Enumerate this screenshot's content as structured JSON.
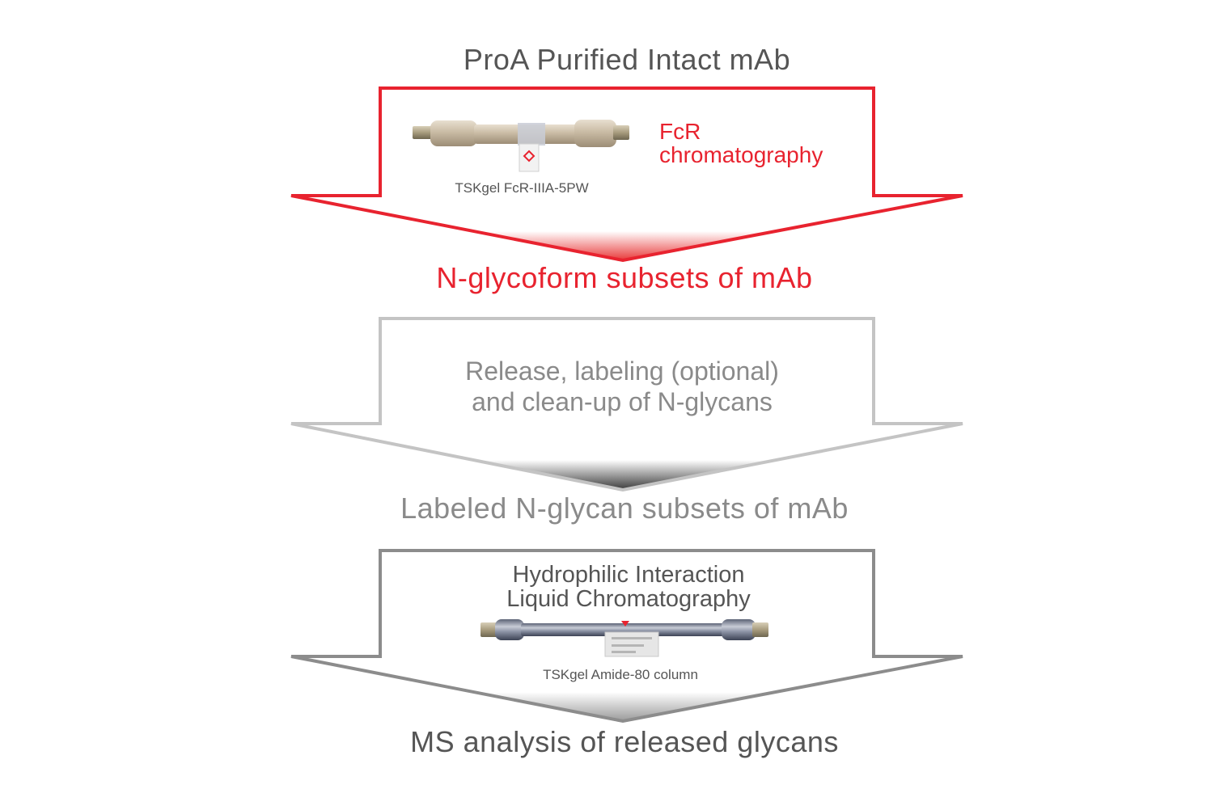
{
  "colors": {
    "red": "#e8232f",
    "gray_light": "#c4c4c4",
    "gray_mid": "#8c8c8c",
    "gray_dark": "#6a6a6a",
    "text_dark": "#555555",
    "text_mid": "#8a8a8a"
  },
  "steps": {
    "start_label": "ProA Purified Intact mAb",
    "step1": {
      "column_name": "TSKgel FcR-IIIA-5PW",
      "method_line1": "FcR",
      "method_line2": "chromatography",
      "output_label": "N-glycoform subsets of mAb"
    },
    "step2": {
      "description_line1": "Release, labeling (optional)",
      "description_line2": "and clean-up of N-glycans",
      "output_label": "Labeled N-glycan subsets of mAb"
    },
    "step3": {
      "method_line1": "Hydrophilic Interaction",
      "method_line2": "Liquid Chromatography",
      "column_name": "TSKgel Amide-80 column",
      "output_label": "MS analysis of released glycans"
    }
  },
  "icons": {
    "column1": "hplc-column-icon",
    "column2": "hplc-column-icon"
  }
}
